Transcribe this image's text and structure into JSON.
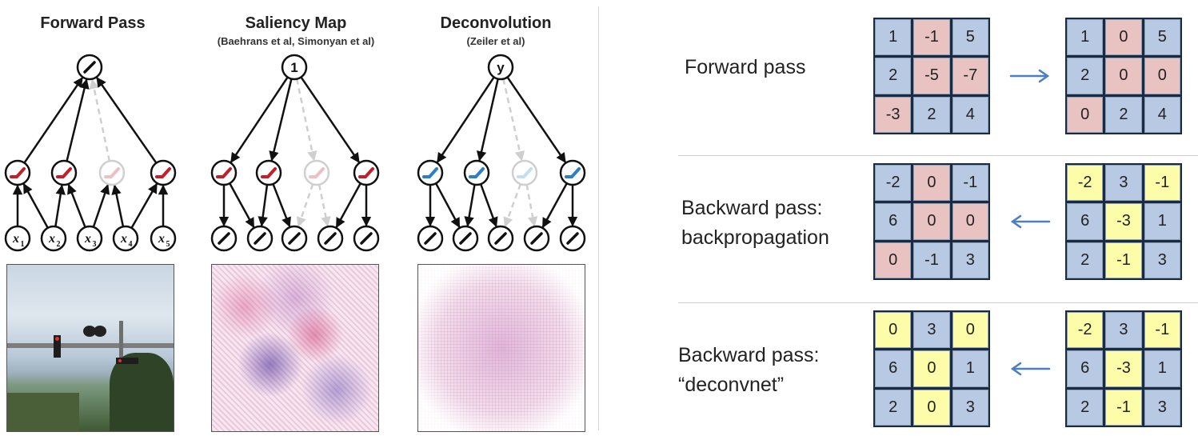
{
  "left_panel": {
    "columns": [
      {
        "title": "Forward Pass",
        "subtitle": ""
      },
      {
        "title": "Saliency Map",
        "subtitle": "(Baehrans et al, Simonyan et al)"
      },
      {
        "title": "Deconvolution",
        "subtitle": "(Zeiler et al)"
      }
    ],
    "top_node_labels": [
      "",
      "1",
      "y"
    ],
    "inputs": [
      {
        "base": "x",
        "sub": "1"
      },
      {
        "base": "x",
        "sub": "2"
      },
      {
        "base": "x",
        "sub": "3"
      },
      {
        "base": "x",
        "sub": "4"
      },
      {
        "base": "x",
        "sub": "5"
      }
    ]
  },
  "right_panel": {
    "rows": [
      {
        "label_lines": [
          "Forward pass"
        ],
        "arrow": "right",
        "left_grid": [
          [
            1,
            -1,
            5
          ],
          [
            2,
            -5,
            -7
          ],
          [
            -3,
            2,
            4
          ]
        ],
        "left_colors": [
          [
            "b",
            "r",
            "b"
          ],
          [
            "b",
            "r",
            "r"
          ],
          [
            "r",
            "b",
            "b"
          ]
        ],
        "right_grid": [
          [
            1,
            0,
            5
          ],
          [
            2,
            0,
            0
          ],
          [
            0,
            2,
            4
          ]
        ],
        "right_colors": [
          [
            "b",
            "r",
            "b"
          ],
          [
            "b",
            "r",
            "r"
          ],
          [
            "r",
            "b",
            "b"
          ]
        ]
      },
      {
        "label_lines": [
          "Backward pass:",
          "backpropagation"
        ],
        "arrow": "left",
        "left_grid": [
          [
            -2,
            0,
            -1
          ],
          [
            6,
            0,
            0
          ],
          [
            0,
            -1,
            3
          ]
        ],
        "left_colors": [
          [
            "b",
            "r",
            "b"
          ],
          [
            "b",
            "r",
            "r"
          ],
          [
            "r",
            "b",
            "b"
          ]
        ],
        "right_grid": [
          [
            -2,
            3,
            -1
          ],
          [
            6,
            -3,
            1
          ],
          [
            2,
            -1,
            3
          ]
        ],
        "right_colors": [
          [
            "y",
            "b",
            "y"
          ],
          [
            "b",
            "y",
            "b"
          ],
          [
            "b",
            "y",
            "b"
          ]
        ]
      },
      {
        "label_lines": [
          "Backward pass:",
          "“deconvnet”"
        ],
        "arrow": "left",
        "left_grid": [
          [
            0,
            3,
            0
          ],
          [
            6,
            0,
            1
          ],
          [
            2,
            0,
            3
          ]
        ],
        "left_colors": [
          [
            "y",
            "b",
            "y"
          ],
          [
            "b",
            "y",
            "b"
          ],
          [
            "b",
            "y",
            "b"
          ]
        ],
        "right_grid": [
          [
            -2,
            3,
            -1
          ],
          [
            6,
            -3,
            1
          ],
          [
            2,
            -1,
            3
          ]
        ],
        "right_colors": [
          [
            "y",
            "b",
            "y"
          ],
          [
            "b",
            "y",
            "b"
          ],
          [
            "b",
            "y",
            "b"
          ]
        ]
      }
    ]
  },
  "colors": {
    "b": "#b8c9e3",
    "r": "#e9c3c2",
    "y": "#fdfca8",
    "arrow": "#4a7fc1",
    "relu_red": "#c21f28",
    "relu_blue": "#2c7fc4",
    "faded": "#cfcfcf"
  }
}
